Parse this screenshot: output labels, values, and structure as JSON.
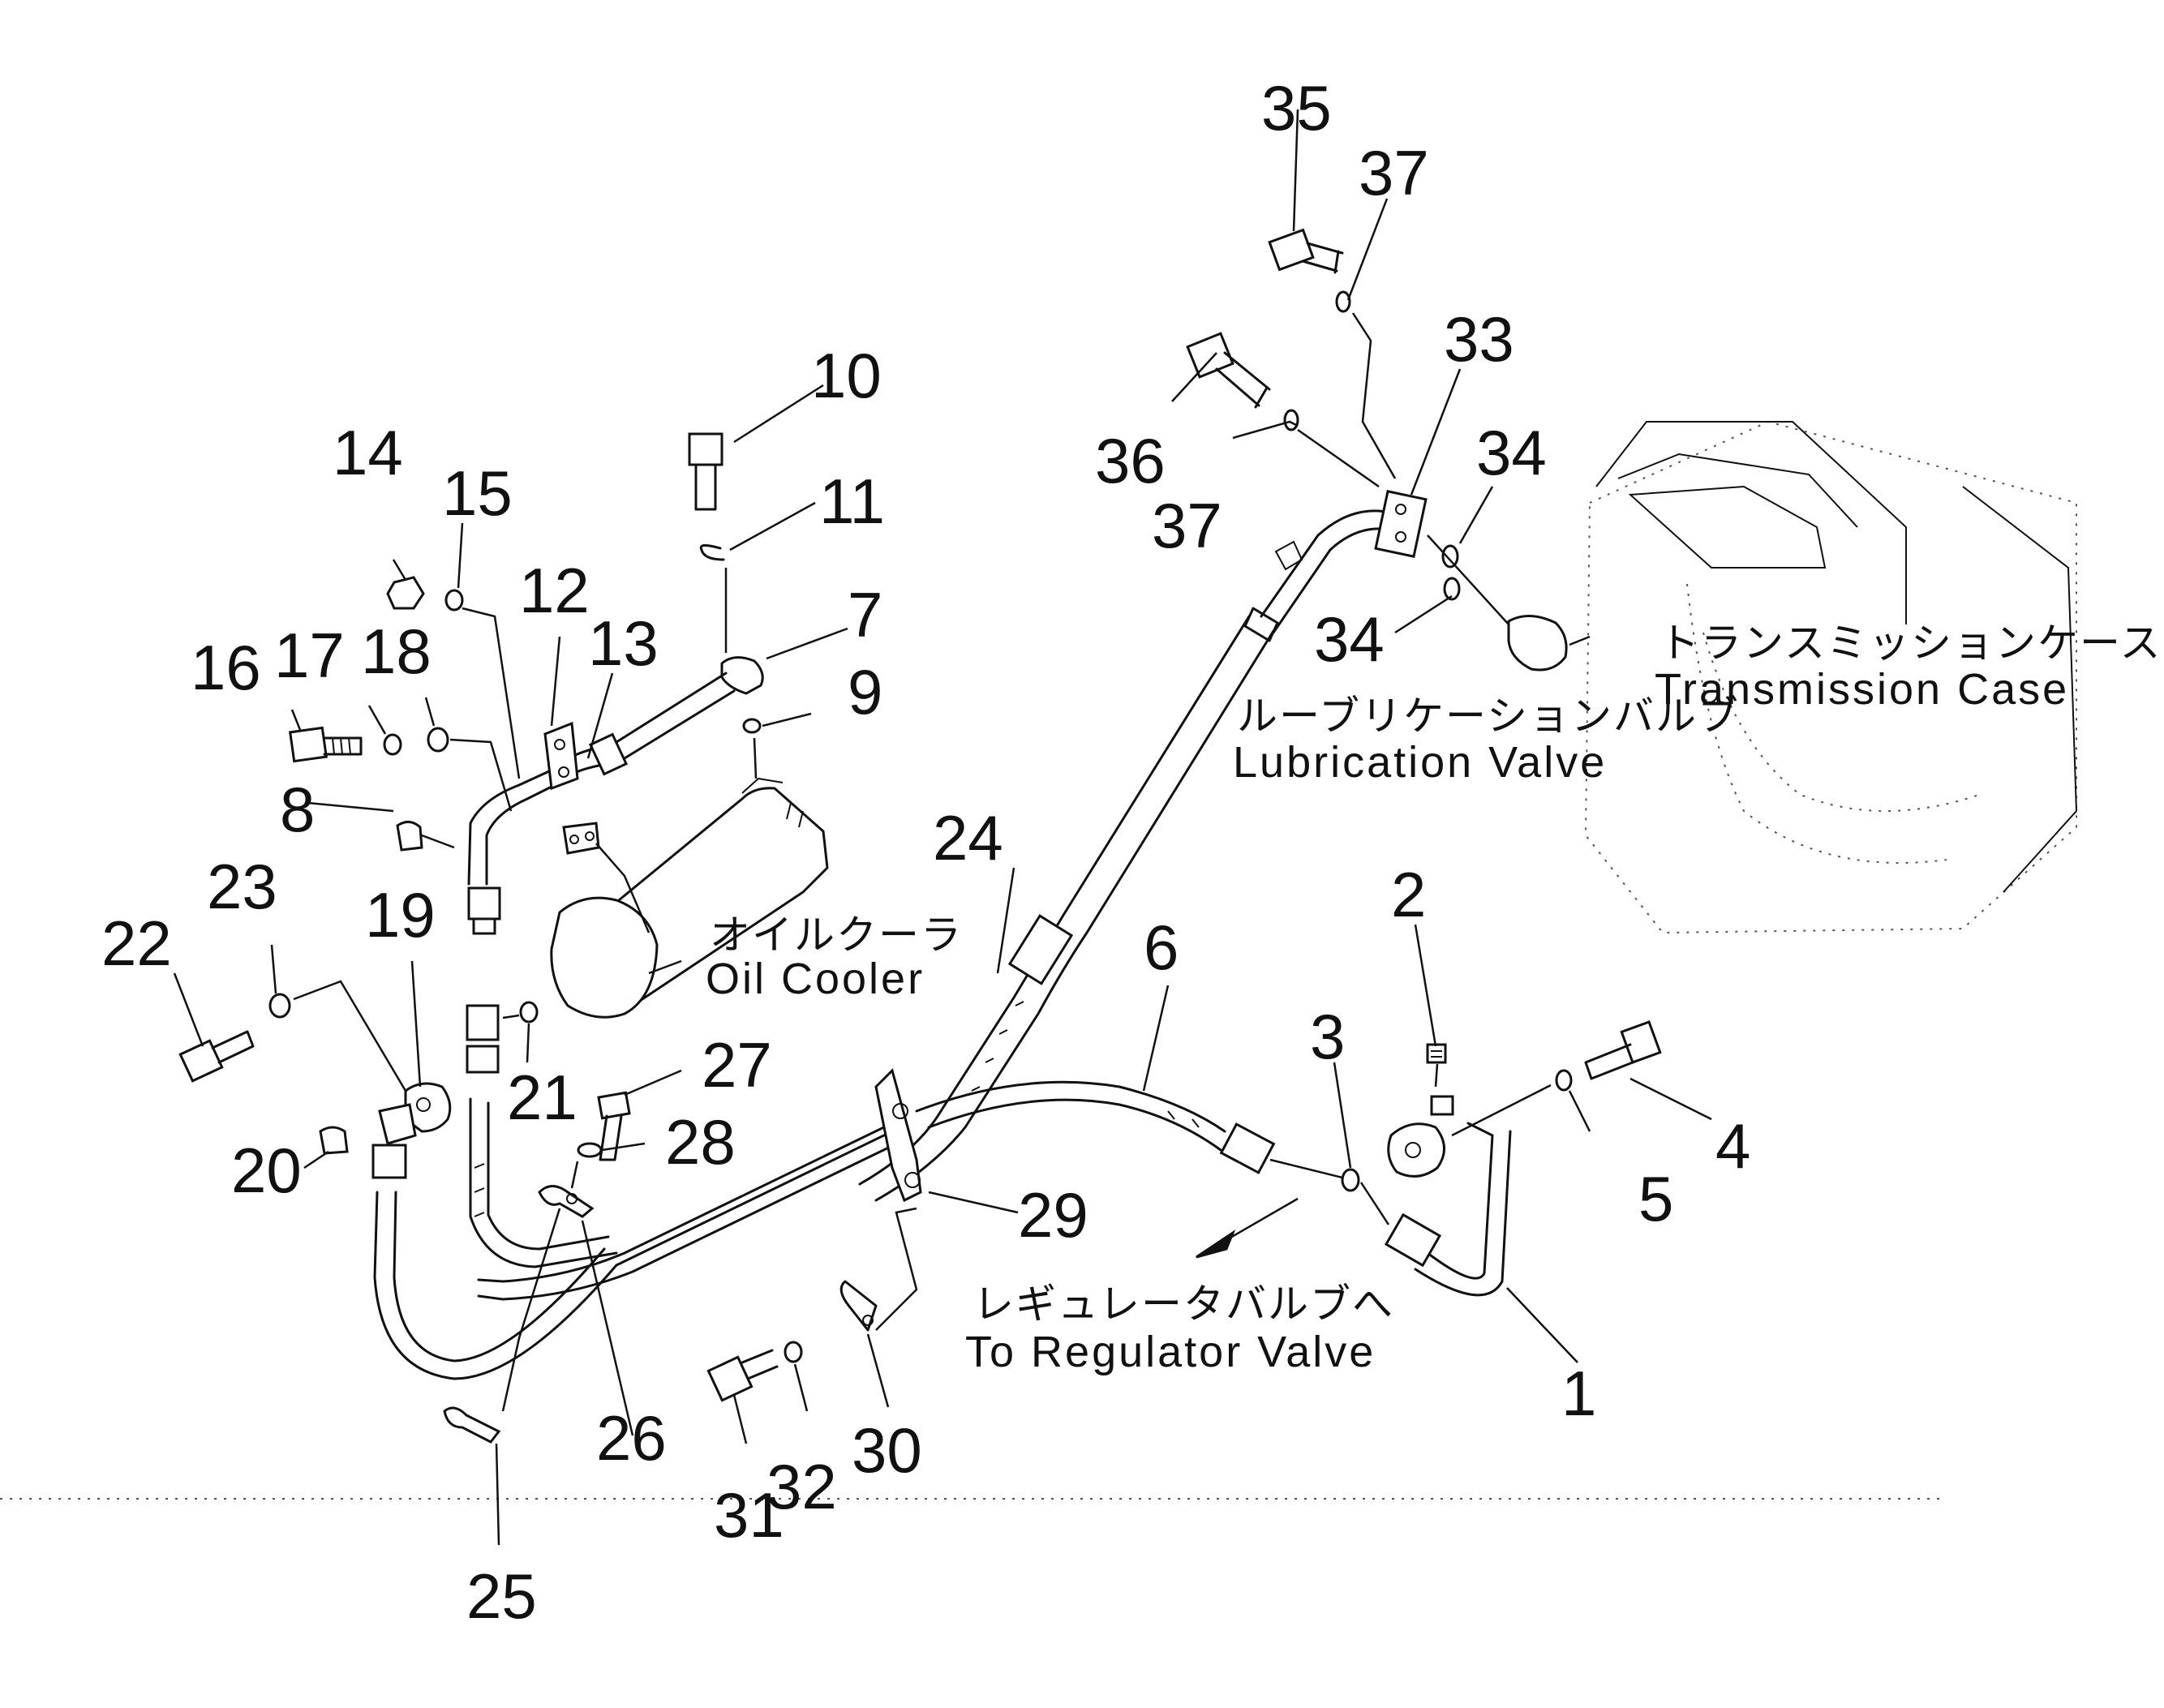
{
  "part_numbers": {
    "p1": "1",
    "p2": "2",
    "p3": "3",
    "p4": "4",
    "p5": "5",
    "p6": "6",
    "p7": "7",
    "p8": "8",
    "p9": "9",
    "p10": "10",
    "p11": "11",
    "p12": "12",
    "p13": "13",
    "p14": "14",
    "p15": "15",
    "p16": "16",
    "p17": "17",
    "p18": "18",
    "p19": "19",
    "p20": "20",
    "p21": "21",
    "p22": "22",
    "p23": "23",
    "p24": "24",
    "p25": "25",
    "p26": "26",
    "p27": "27",
    "p28": "28",
    "p29": "29",
    "p30": "30",
    "p31": "31",
    "p32": "32",
    "p33": "33",
    "p34a": "34",
    "p34b": "34",
    "p35": "35",
    "p36": "36",
    "p37a": "37",
    "p37b": "37"
  },
  "labels": {
    "transmission_case_jp": "トランスミッションケース",
    "transmission_case_en": "Transmission  Case",
    "lubrication_valve_jp": "ルーブリケーションバルブ",
    "lubrication_valve_en": "Lubrication  Valve",
    "oil_cooler_jp": "オイルクーラ",
    "oil_cooler_en": "Oil  Cooler",
    "regulator_valve_jp": "レギュレータバルブへ",
    "regulator_valve_en": "To  Regulator  Valve"
  }
}
